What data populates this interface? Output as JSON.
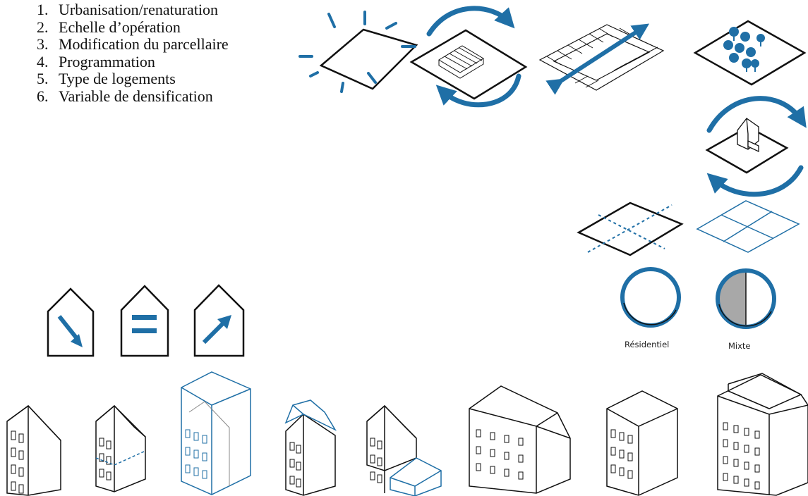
{
  "legend": {
    "items": [
      {
        "number": "1.",
        "text": "Urbanisation/renaturation"
      },
      {
        "number": "2.",
        "text": "Echelle d’opération"
      },
      {
        "number": "3.",
        "text": "Modification du parcellaire"
      },
      {
        "number": "4.",
        "text": "Programmation"
      },
      {
        "number": "5.",
        "text": "Type de logements"
      },
      {
        "number": "6.",
        "text": "Variable de densification"
      }
    ]
  },
  "programmation": {
    "residential_label": "Résidentiel",
    "mixed_label": "Mixte"
  },
  "colors": {
    "accent_blue": "#1f6fa6",
    "line_black": "#111111",
    "mixed_fill_gray": "#a8a8a8"
  },
  "icons": {
    "urbanisation": "plot-burst-icon",
    "renaturation": "plot-trees-icon",
    "operation_scale": "block-scale-arrow-icon",
    "parcel": "parcel-division-icon",
    "housing_type": "house-arrow-icons",
    "densification": "building-variants-icons"
  }
}
